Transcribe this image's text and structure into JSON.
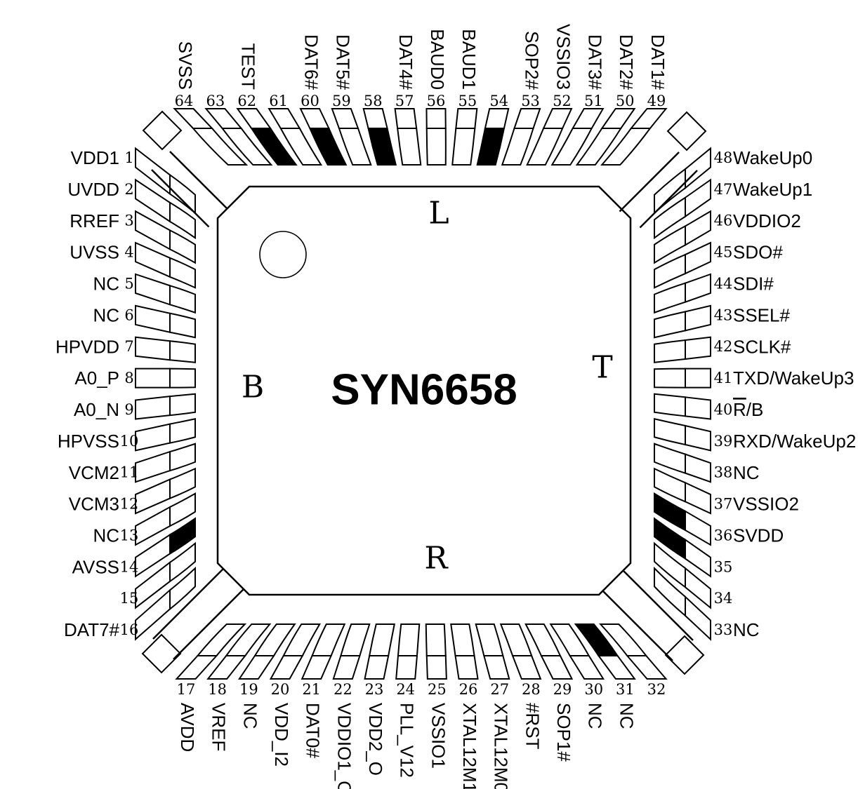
{
  "diagram": {
    "title": "SYN6658",
    "package_letters": {
      "top": "L",
      "left": "B",
      "right": "T",
      "bottom": "R"
    },
    "pin1_marker_icon": "circle-icon",
    "black_marked_pins": [
      62,
      60,
      58,
      54,
      14,
      36,
      35,
      31
    ],
    "pins": {
      "left": [
        {
          "num": 1,
          "label": "VDD1"
        },
        {
          "num": 2,
          "label": "UVDD"
        },
        {
          "num": 3,
          "label": "RREF"
        },
        {
          "num": 4,
          "label": "UVSS"
        },
        {
          "num": 5,
          "label": "NC"
        },
        {
          "num": 6,
          "label": "NC"
        },
        {
          "num": 7,
          "label": "HPVDD"
        },
        {
          "num": 8,
          "label": "A0_P"
        },
        {
          "num": 9,
          "label": "A0_N"
        },
        {
          "num": 10,
          "label": "HPVSS"
        },
        {
          "num": 11,
          "label": "VCM2"
        },
        {
          "num": 12,
          "label": "VCM3"
        },
        {
          "num": 13,
          "label": "NC"
        },
        {
          "num": 14,
          "label": "AVSS"
        },
        {
          "num": 15,
          "label": ""
        },
        {
          "num": 16,
          "label": "DAT7#"
        }
      ],
      "top": [
        {
          "num": 64,
          "label": "SVSS"
        },
        {
          "num": 63,
          "label": ""
        },
        {
          "num": 62,
          "label": "TEST"
        },
        {
          "num": 61,
          "label": ""
        },
        {
          "num": 60,
          "label": "DAT6#"
        },
        {
          "num": 59,
          "label": "DAT5#"
        },
        {
          "num": 58,
          "label": ""
        },
        {
          "num": 57,
          "label": "DAT4#"
        },
        {
          "num": 56,
          "label": "BAUD0"
        },
        {
          "num": 55,
          "label": "BAUD1"
        },
        {
          "num": 54,
          "label": ""
        },
        {
          "num": 53,
          "label": "SOP2#"
        },
        {
          "num": 52,
          "label": "VSSIO3"
        },
        {
          "num": 51,
          "label": "DAT3#"
        },
        {
          "num": 50,
          "label": "DAT2#"
        },
        {
          "num": 49,
          "label": "DAT1#"
        }
      ],
      "right": [
        {
          "num": 48,
          "label": "WakeUp0"
        },
        {
          "num": 47,
          "label": "WakeUp1"
        },
        {
          "num": 46,
          "label": "VDDIO2"
        },
        {
          "num": 45,
          "label": "SDO#"
        },
        {
          "num": 44,
          "label": "SDI#"
        },
        {
          "num": 43,
          "label": "SSEL#"
        },
        {
          "num": 42,
          "label": "SCLK#"
        },
        {
          "num": 41,
          "label": "TXD/WakeUp3"
        },
        {
          "num": 40,
          "label": "R/B",
          "overline_part": "R",
          "rest_part": "/B"
        },
        {
          "num": 39,
          "label": "RXD/WakeUp2"
        },
        {
          "num": 38,
          "label": "NC"
        },
        {
          "num": 37,
          "label": "VSSIO2"
        },
        {
          "num": 36,
          "label": "SVDD"
        },
        {
          "num": 35,
          "label": ""
        },
        {
          "num": 34,
          "label": ""
        },
        {
          "num": 33,
          "label": "NC"
        }
      ],
      "bottom": [
        {
          "num": 17,
          "label": "AVDD"
        },
        {
          "num": 18,
          "label": "VREF"
        },
        {
          "num": 19,
          "label": "NC"
        },
        {
          "num": 20,
          "label": "VDD_I2"
        },
        {
          "num": 21,
          "label": "DAT0#"
        },
        {
          "num": 22,
          "label": "VDDIO1_O"
        },
        {
          "num": 23,
          "label": "VDD2_O"
        },
        {
          "num": 24,
          "label": "PLL_V12"
        },
        {
          "num": 25,
          "label": "VSSIO1"
        },
        {
          "num": 26,
          "label": "XTAL12M1"
        },
        {
          "num": 27,
          "label": "XTAL12M0"
        },
        {
          "num": 28,
          "label": "#RST"
        },
        {
          "num": 29,
          "label": "SOP1#"
        },
        {
          "num": 30,
          "label": "NC"
        },
        {
          "num": 31,
          "label": "NC"
        },
        {
          "num": 32,
          "label": ""
        }
      ]
    },
    "colors": {
      "line": "#000000",
      "fill": "#ffffff",
      "marked_pin": "#000000"
    }
  }
}
